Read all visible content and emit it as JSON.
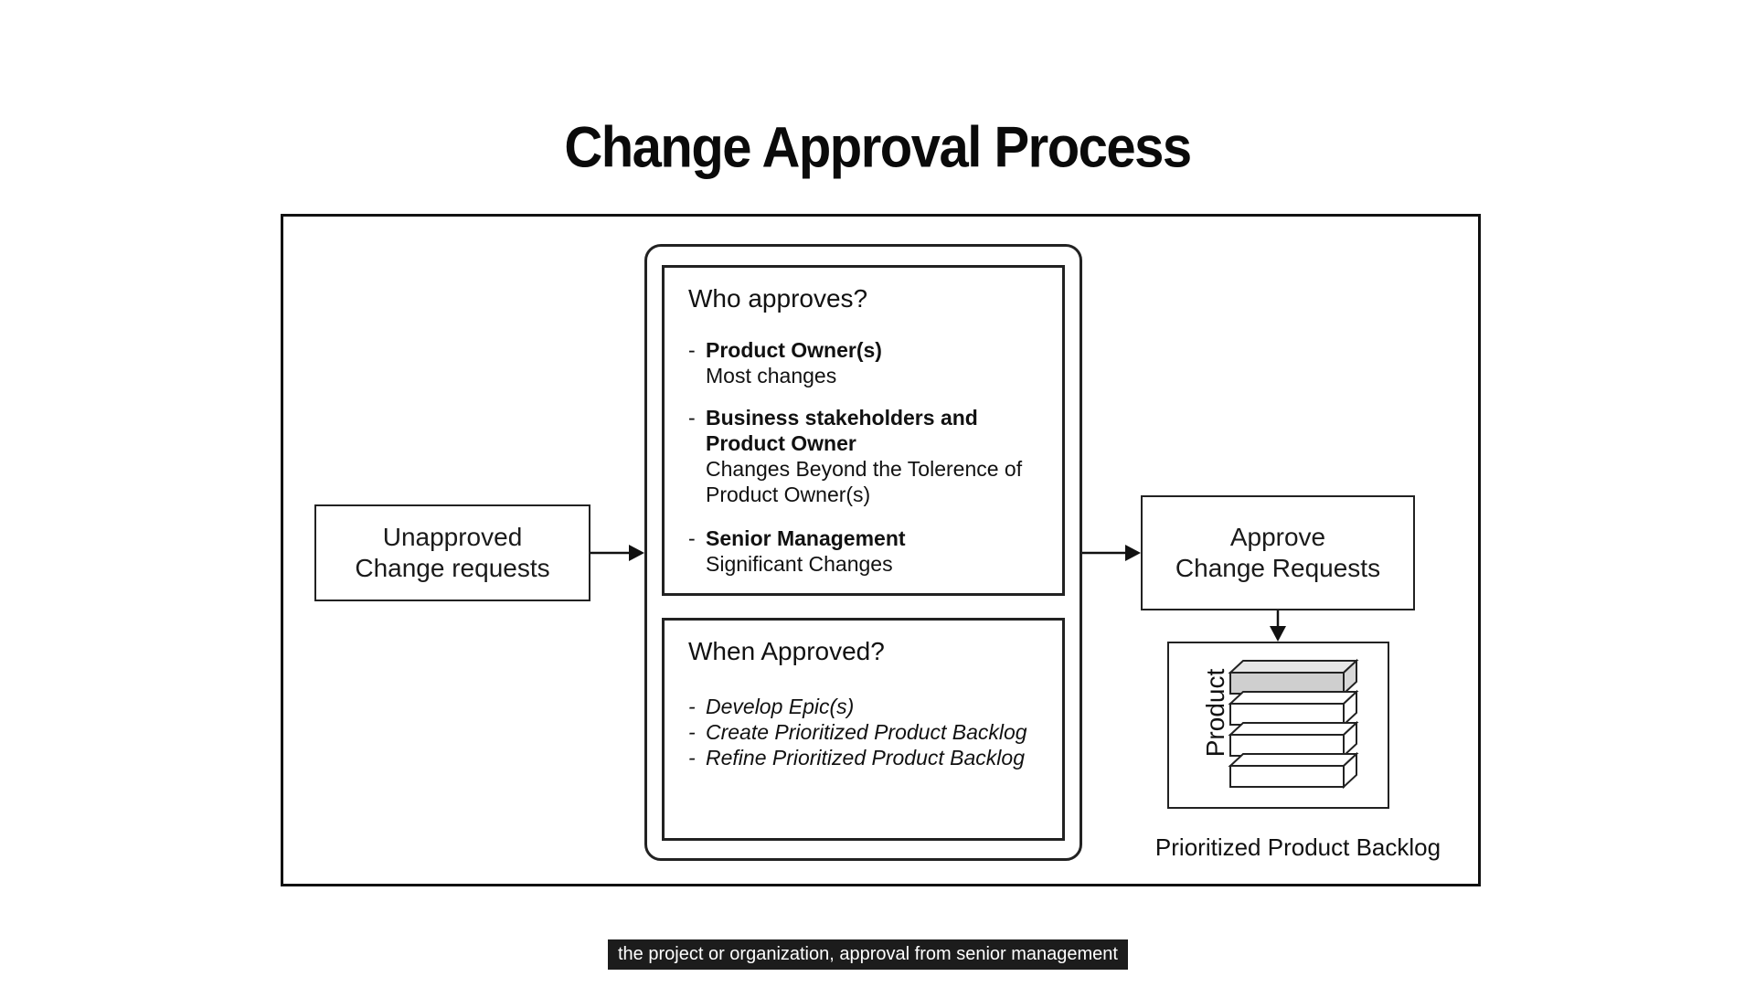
{
  "title": "Change Approval Process",
  "unapproved": {
    "line1": "Unapproved",
    "line2": "Change requests"
  },
  "who": {
    "heading": "Who approves?",
    "items": [
      {
        "bold1": "Product Owner(s)",
        "bold2": "",
        "sub1": "Most changes",
        "sub2": ""
      },
      {
        "bold1": "Business stakeholders and",
        "bold2": "Product Owner",
        "sub1": "Changes Beyond the Tolerence of",
        "sub2": "Product Owner(s)"
      },
      {
        "bold1": "Senior Management",
        "bold2": "",
        "sub1": "Significant Changes",
        "sub2": ""
      }
    ]
  },
  "when": {
    "heading": "When Approved?",
    "items": [
      "Develop Epic(s)",
      "Create Prioritized Product Backlog",
      "Refine Prioritized Product Backlog"
    ]
  },
  "approve": {
    "line1": "Approve",
    "line2": "Change Requests"
  },
  "backlog": {
    "vertical_label": "Product",
    "caption": "Prioritized Product Backlog"
  },
  "subtitle_caption": "the project or organization, approval from senior management"
}
